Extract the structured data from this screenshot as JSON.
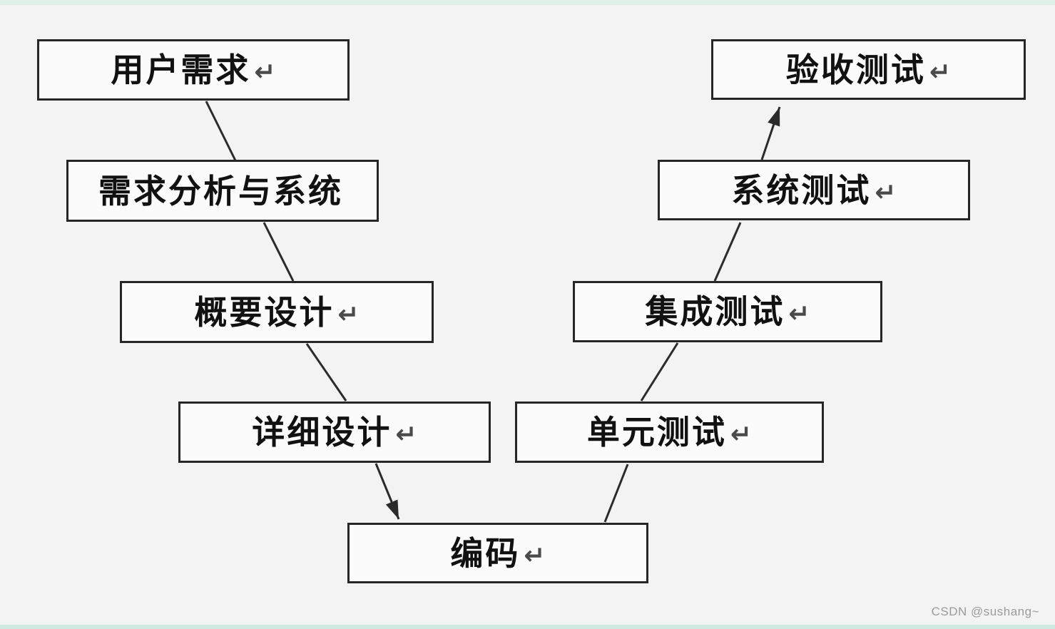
{
  "page": {
    "watermark": "CSDN @sushang~",
    "background_color": "#f3f3f3",
    "top_strip_color": "#e2f0ea",
    "bottom_strip_color": "#d0eae2",
    "box_border_color": "#262626",
    "box_fill_color": "#fbfbfb",
    "line_color": "#2b2b2b",
    "return_mark_color": "#4a4a4a"
  },
  "diagram": {
    "type": "v-model-flowchart",
    "nodes": [
      {
        "id": "user-requirements",
        "label": "用户需求",
        "return_mark": "↵"
      },
      {
        "id": "requirements-analysis",
        "label": "需求分析与系统",
        "return_mark": ""
      },
      {
        "id": "outline-design",
        "label": "概要设计",
        "return_mark": "↵"
      },
      {
        "id": "detailed-design",
        "label": "详细设计",
        "return_mark": "↵"
      },
      {
        "id": "coding",
        "label": "编码",
        "return_mark": "↵"
      },
      {
        "id": "unit-testing",
        "label": "单元测试",
        "return_mark": "↵"
      },
      {
        "id": "integration-testing",
        "label": "集成测试",
        "return_mark": "↵"
      },
      {
        "id": "system-testing",
        "label": "系统测试",
        "return_mark": "↵"
      },
      {
        "id": "acceptance-testing",
        "label": "验收测试",
        "return_mark": "↵"
      }
    ],
    "edges": [
      {
        "from": "用户需求",
        "to": "需求分析与系统",
        "arrowhead": false
      },
      {
        "from": "需求分析与系统",
        "to": "概要设计",
        "arrowhead": false
      },
      {
        "from": "概要设计",
        "to": "详细设计",
        "arrowhead": false
      },
      {
        "from": "详细设计",
        "to": "编码",
        "arrowhead": true
      },
      {
        "from": "编码",
        "to": "单元测试",
        "arrowhead": false
      },
      {
        "from": "单元测试",
        "to": "集成测试",
        "arrowhead": false
      },
      {
        "from": "集成测试",
        "to": "系统测试",
        "arrowhead": false
      },
      {
        "from": "系统测试",
        "to": "验收测试",
        "arrowhead": true
      }
    ]
  }
}
